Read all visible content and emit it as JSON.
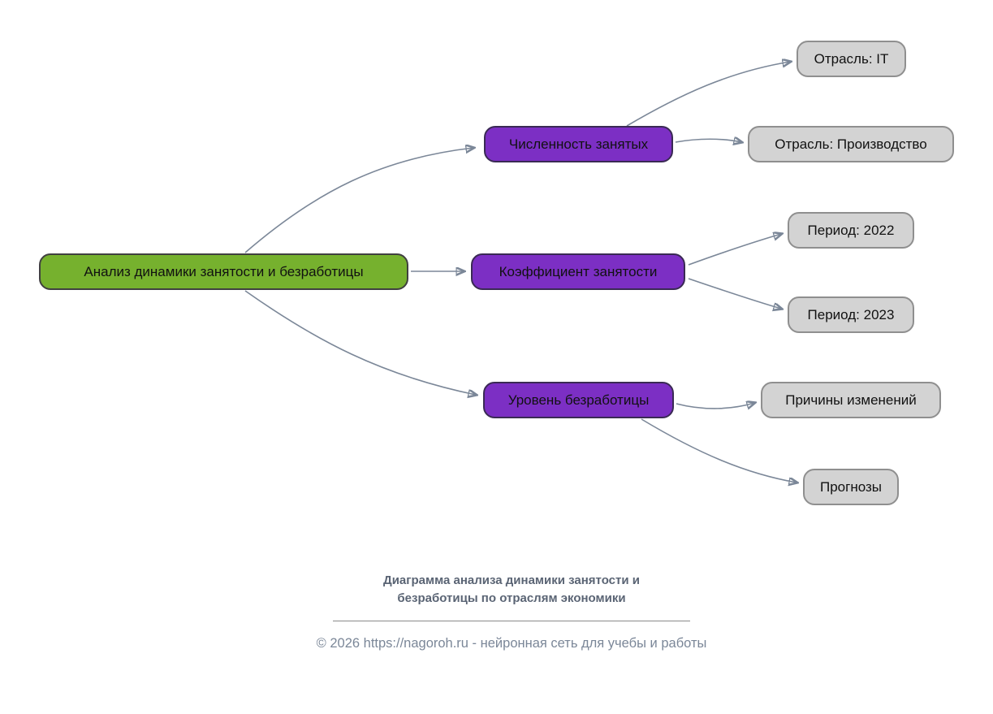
{
  "diagram": {
    "root": {
      "label": "Анализ динамики занятости и безработицы"
    },
    "branches": [
      {
        "label": "Численность занятых",
        "children": [
          {
            "label": "Отрасль: IT"
          },
          {
            "label": "Отрасль: Производство"
          }
        ]
      },
      {
        "label": "Коэффициент занятости",
        "children": [
          {
            "label": "Период: 2022"
          },
          {
            "label": "Период: 2023"
          }
        ]
      },
      {
        "label": "Уровень безработицы",
        "children": [
          {
            "label": "Причины изменений"
          },
          {
            "label": "Прогнозы"
          }
        ]
      }
    ],
    "colors": {
      "root_fill": "#76b12e",
      "branch_fill": "#7c2fc4",
      "leaf_fill": "#d3d3d3",
      "edge": "#7b8798",
      "node_text": "#111111"
    }
  },
  "footer": {
    "caption_line1": "Диаграмма анализа динамики занятости и",
    "caption_line2": "безработицы по отраслям экономики",
    "copyright": "© 2026 https://nagoroh.ru - нейронная сеть для учебы и работы"
  }
}
